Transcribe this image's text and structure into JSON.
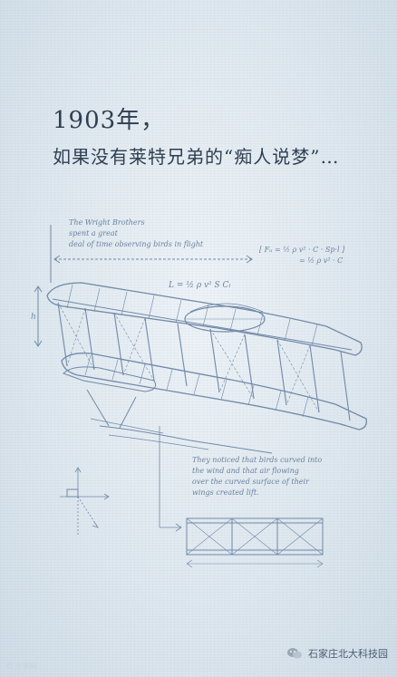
{
  "headline": {
    "year": "1903年，",
    "line2": "如果没有莱特兄弟的“痴人说梦”…"
  },
  "notes": {
    "top": [
      "The Wright Brothers",
      "spent a great",
      "deal of time observing birds in flight"
    ],
    "middle": [
      "They noticed that birds curved into",
      "the wind and that air flowing",
      "over the curved surface of their",
      "wings created lift."
    ],
    "lift_formula": "L = ½ ρ v² S Cₗ",
    "formula_lines": [
      "[ Fᵤ = ½ ρ v² · C · Sp·l ]",
      "= ½ ρ v² · C"
    ]
  },
  "watermark": "© 全景网",
  "footer": {
    "account_name": "石家庄北大科技园",
    "icon": "wechat-icon"
  },
  "colors": {
    "ink": "#6a82a0",
    "headline": "#2f3f52"
  }
}
